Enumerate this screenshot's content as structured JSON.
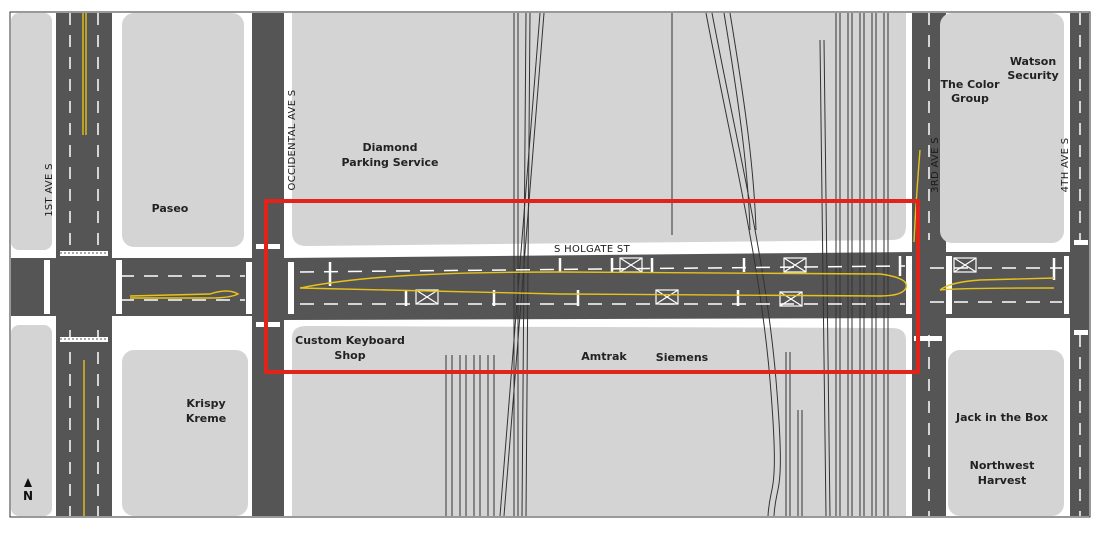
{
  "map": {
    "colors": {
      "block": "#d4d4d4",
      "sidewalk": "#ffffff",
      "road": "#555555",
      "centerline": "#e6c21c",
      "lane_marking": "#ffffff",
      "rail": "#333333",
      "highlight": "#e2231a"
    },
    "streets": {
      "first_ave": "1ST AVE S",
      "occidental": "OCCIDENTAL AVE S",
      "holgate": "S HOLGATE ST",
      "third_ave": "3RD AVE S",
      "fourth_ave": "4TH AVE S"
    },
    "businesses": {
      "paseo": "Paseo",
      "diamond_1": "Diamond",
      "diamond_2": "Parking Service",
      "color_1": "The Color",
      "color_2": "Group",
      "watson_1": "Watson",
      "watson_2": "Security",
      "keyboard_1": "Custom Keyboard",
      "keyboard_2": "Shop",
      "amtrak": "Amtrak",
      "siemens": "Siemens",
      "krispy_1": "Krispy",
      "krispy_2": "Kreme",
      "jack": "Jack in the Box",
      "harvest_1": "Northwest",
      "harvest_2": "Harvest"
    },
    "north_label": "N",
    "north_icon": "north-arrow-icon"
  }
}
